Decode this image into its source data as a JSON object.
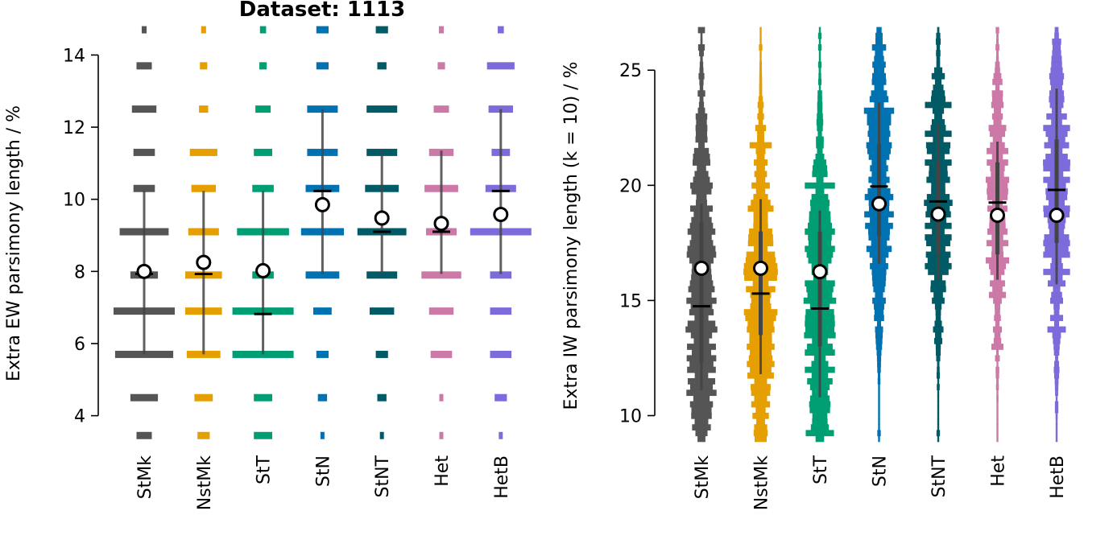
{
  "title": "Dataset: 1113",
  "colors": {
    "StMk": "#555555",
    "NstMk": "#E69F00",
    "StT": "#009E73",
    "StN": "#0072B2",
    "StNT": "#005B66",
    "Het": "#CC79A7",
    "HetB": "#7B6BDB",
    "summary_line": "#444444",
    "point_fill": "#ffffff",
    "point_edge": "#000000"
  },
  "chart_data": [
    {
      "type": "violin",
      "ylabel": "Extra EW parsimony length / %",
      "ylim": [
        3.3,
        14.7
      ],
      "yticks": [
        "4",
        "6",
        "8",
        "10",
        "12",
        "14"
      ],
      "categories": [
        "StMk",
        "NstMk",
        "StT",
        "StN",
        "StNT",
        "Het",
        "HetB"
      ],
      "levels": [
        3.45,
        4.5,
        5.7,
        6.9,
        7.9,
        9.1,
        10.3,
        11.3,
        12.5,
        13.7,
        14.7
      ],
      "density": [
        [
          0.25,
          0.45,
          0.95,
          1.0,
          0.45,
          0.8,
          0.35,
          0.35,
          0.4,
          0.25,
          0.08
        ],
        [
          0.2,
          0.3,
          0.55,
          0.6,
          0.6,
          0.5,
          0.4,
          0.45,
          0.15,
          0.12,
          0.08
        ],
        [
          0.3,
          0.3,
          1.0,
          1.0,
          0.35,
          0.85,
          0.35,
          0.3,
          0.25,
          0.12,
          0.1
        ],
        [
          0.05,
          0.15,
          0.2,
          0.3,
          0.55,
          0.7,
          0.55,
          0.5,
          0.5,
          0.2,
          0.2
        ],
        [
          0.05,
          0.15,
          0.2,
          0.4,
          0.5,
          0.8,
          0.55,
          0.5,
          0.5,
          0.15,
          0.2
        ],
        [
          0.05,
          0.05,
          0.35,
          0.4,
          0.65,
          0.5,
          0.55,
          0.4,
          0.25,
          0.12,
          0.08
        ],
        [
          0.05,
          0.2,
          0.35,
          0.35,
          0.35,
          1.0,
          0.5,
          0.3,
          0.4,
          0.45,
          0.1
        ]
      ],
      "mean": [
        8.0,
        8.25,
        8.02,
        9.85,
        9.48,
        9.33,
        9.58
      ],
      "median": [
        7.93,
        7.93,
        6.82,
        10.23,
        9.1,
        9.1,
        10.23
      ],
      "whisker_low": [
        5.7,
        5.7,
        5.7,
        7.93,
        7.93,
        7.93,
        7.93
      ],
      "whisker_high": [
        10.23,
        10.23,
        10.23,
        12.5,
        11.35,
        11.35,
        12.5
      ]
    },
    {
      "type": "violin",
      "ylabel": "Extra IW parsimony length (k = 10) / %",
      "ylim": [
        8.9,
        27.0
      ],
      "yticks": [
        "10",
        "15",
        "20",
        "25"
      ],
      "categories": [
        "StMk",
        "NstMk",
        "StT",
        "StN",
        "StNT",
        "Het",
        "HetB"
      ],
      "mean": [
        16.4,
        16.4,
        16.25,
        19.2,
        18.75,
        18.7,
        18.7
      ],
      "median": [
        14.75,
        15.3,
        14.65,
        19.95,
        19.3,
        19.25,
        19.8
      ],
      "iqr_low": [
        12.3,
        13.5,
        13.0,
        17.8,
        17.0,
        17.0,
        17.5
      ],
      "iqr_high": [
        18.4,
        18.0,
        18.0,
        21.8,
        21.0,
        21.0,
        22.0
      ],
      "whisker_low": [
        11.1,
        11.8,
        10.8,
        16.6,
        15.9,
        15.9,
        15.7
      ],
      "whisker_high": [
        19.2,
        19.4,
        18.9,
        23.6,
        22.7,
        21.9,
        24.2
      ],
      "max_halfwidth": [
        0.45,
        0.5,
        0.45,
        0.45,
        0.4,
        0.35,
        0.4
      ]
    }
  ]
}
